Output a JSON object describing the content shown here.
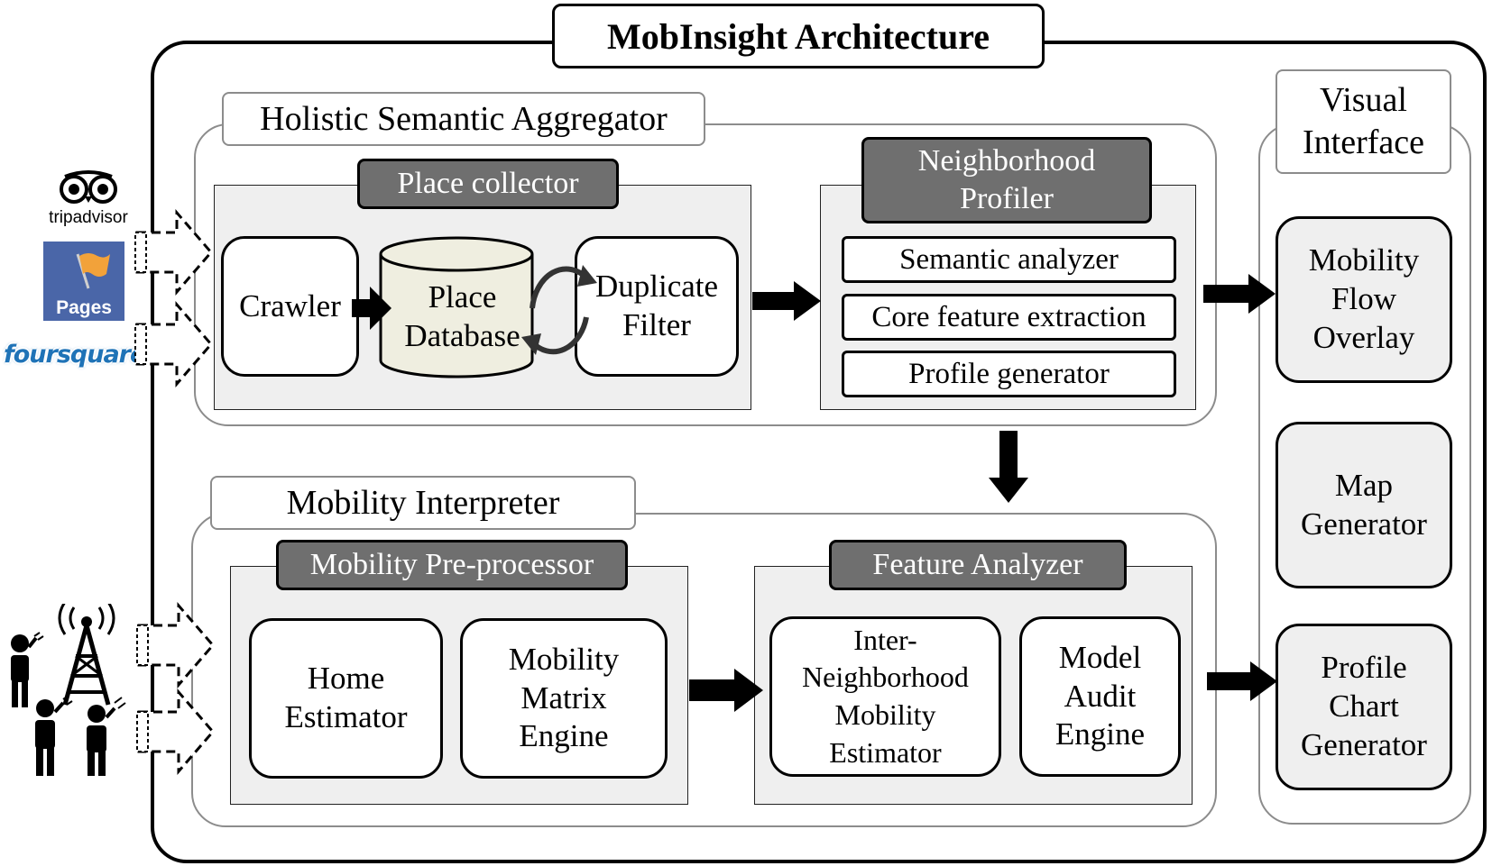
{
  "title": "MobInsight Architecture",
  "holistic": {
    "label": "Holistic Semantic Aggregator",
    "place_collector": {
      "label": "Place collector",
      "crawler": "Crawler",
      "database": "Place\nDatabase",
      "duplicate_filter": "Duplicate\nFilter"
    },
    "neighborhood_profiler": {
      "label": "Neighborhood\nProfiler",
      "items": [
        "Semantic analyzer",
        "Core feature extraction",
        "Profile generator"
      ]
    }
  },
  "mobility": {
    "label": "Mobility Interpreter",
    "preprocessor": {
      "label": "Mobility Pre-processor",
      "home_estimator": "Home\nEstimator",
      "matrix_engine": "Mobility\nMatrix\nEngine"
    },
    "feature_analyzer": {
      "label": "Feature Analyzer",
      "inter_neighborhood": "Inter-\nNeighborhood\nMobility\nEstimator",
      "model_audit": "Model\nAudit\nEngine"
    }
  },
  "visual_interface": {
    "label": "Visual\nInterface",
    "items": [
      "Mobility\nFlow\nOverlay",
      "Map\nGenerator",
      "Profile\nChart\nGenerator"
    ]
  },
  "sources": {
    "tripadvisor": "tripadvisor",
    "pages": "Pages",
    "foursquare": "foursquare"
  },
  "colors": {
    "dark_label": "#6f6f6f",
    "gray_fill": "#efefef",
    "group_outline": "#8c8c8c",
    "database_fill": "#efeee0",
    "facebook_blue": "#4a66a8",
    "foursquare_blue": "#1f73b7",
    "tripadvisor_green": "#589442"
  }
}
